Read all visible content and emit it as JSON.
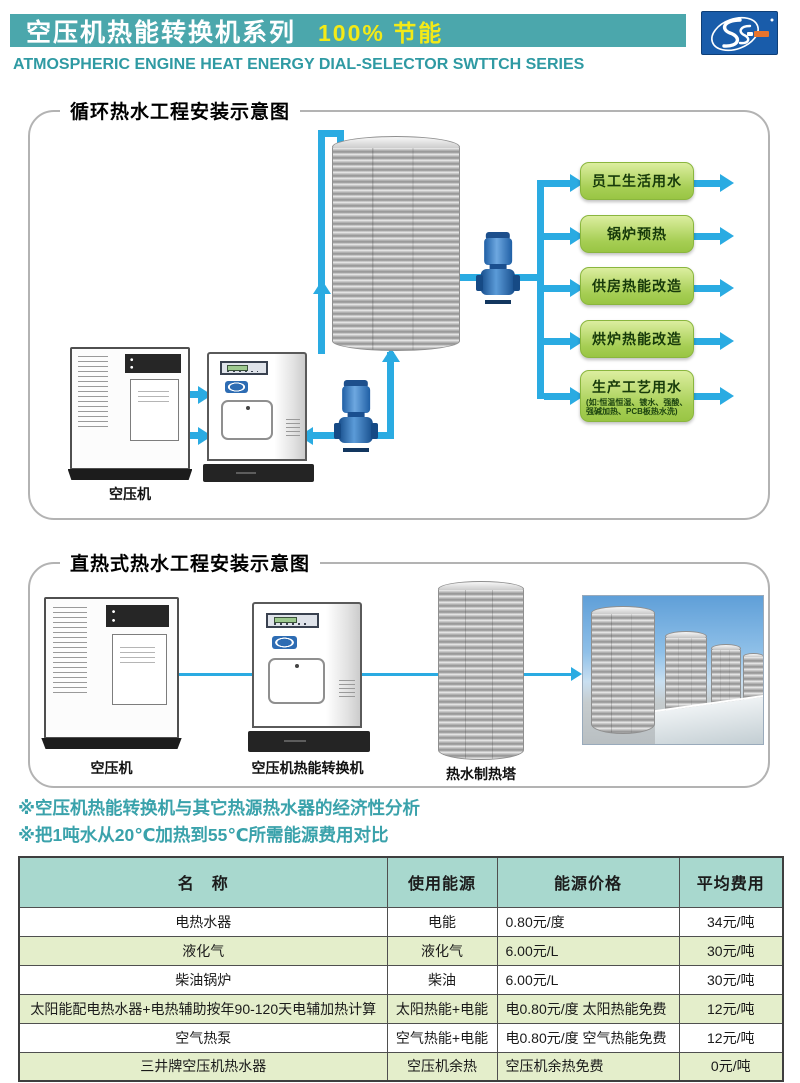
{
  "header": {
    "title_cn": "空压机热能转换机系列",
    "badge": "100% 节能",
    "subtitle_en": "ATMOSPHERIC ENGINE HEAT ENERGY DIAL-SELECTOR SWTTCH SERIES",
    "colors": {
      "banner_teal": "#4BA7AC",
      "badge_yellow": "#F3EA17",
      "subtitle_teal": "#2F9AA3",
      "logo_blue": "#195CAA"
    }
  },
  "diagram1": {
    "title": "循环热水工程安装示意图",
    "compressor_label": "空压机",
    "outputs": [
      {
        "label": "员工生活用水"
      },
      {
        "label": "锅炉预热"
      },
      {
        "label": "供房热能改造"
      },
      {
        "label": "烘炉热能改造"
      },
      {
        "label": "生产工艺用水",
        "sublabel": "(如:恒温恒湿、镀水、强酸、强碱加热、PCB板热水洗)"
      }
    ],
    "colors": {
      "pipe_blue": "#2AABE2",
      "box_green": "#A6CE54"
    }
  },
  "diagram2": {
    "title": "直热式热水工程安装示意图",
    "labels": [
      "空压机",
      "空压机热能转换机",
      "热水制热塔"
    ]
  },
  "analysis": {
    "line1": "※空压机热能转换机与其它热源热水器的经济性分析",
    "line2": "※把1吨水从20℃加热到55℃所需能源费用对比"
  },
  "table": {
    "headers": [
      "名　称",
      "使用能源",
      "能源价格",
      "平均费用"
    ],
    "rows": [
      [
        "电热水器",
        "电能",
        "0.80元/度",
        "34元/吨"
      ],
      [
        "液化气",
        "液化气",
        "6.00元/L",
        "30元/吨"
      ],
      [
        "柴油锅炉",
        "柴油",
        "6.00元/L",
        "30元/吨"
      ],
      [
        "太阳能配电热水器+电热辅助按年90-120天电辅加热计算",
        "太阳热能+电能",
        "电0.80元/度 太阳热能免费",
        "12元/吨"
      ],
      [
        "空气热泵",
        "空气热能+电能",
        "电0.80元/度 空气热能免费",
        "12元/吨"
      ],
      [
        "三井牌空压机热水器",
        "空压机余热",
        "空压机余热免费",
        "0元/吨"
      ]
    ],
    "colors": {
      "header_bg": "#A8D8CE",
      "alt_row_bg": "#E4EECB"
    }
  }
}
